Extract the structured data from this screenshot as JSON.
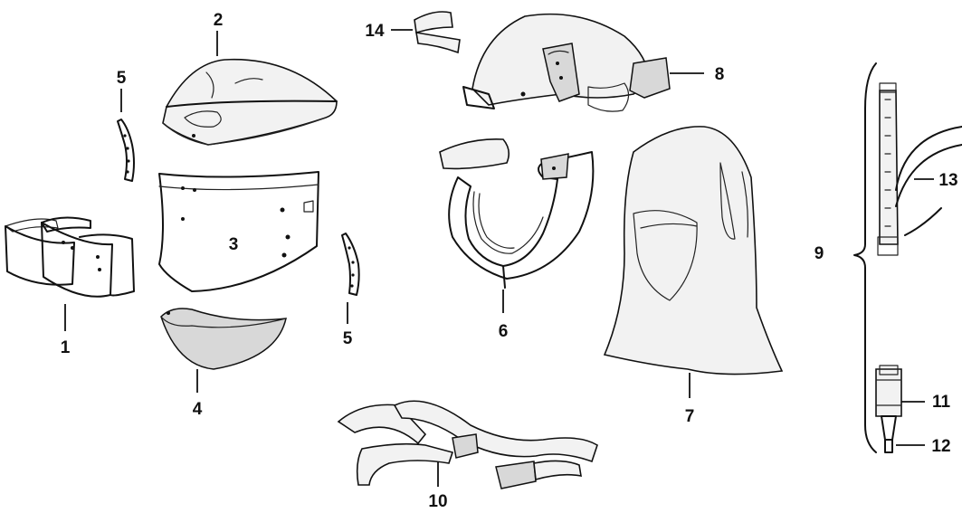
{
  "diagram": {
    "callouts": [
      {
        "id": "1",
        "label": "1"
      },
      {
        "id": "2",
        "label": "2"
      },
      {
        "id": "3",
        "label": "3"
      },
      {
        "id": "4",
        "label": "4"
      },
      {
        "id": "5a",
        "label": "5"
      },
      {
        "id": "5b",
        "label": "5"
      },
      {
        "id": "6",
        "label": "6"
      },
      {
        "id": "7",
        "label": "7"
      },
      {
        "id": "8",
        "label": "8"
      },
      {
        "id": "9",
        "label": "9"
      },
      {
        "id": "10",
        "label": "10"
      },
      {
        "id": "11",
        "label": "11"
      },
      {
        "id": "12",
        "label": "12"
      },
      {
        "id": "13",
        "label": "13"
      },
      {
        "id": "14",
        "label": "14"
      }
    ]
  }
}
